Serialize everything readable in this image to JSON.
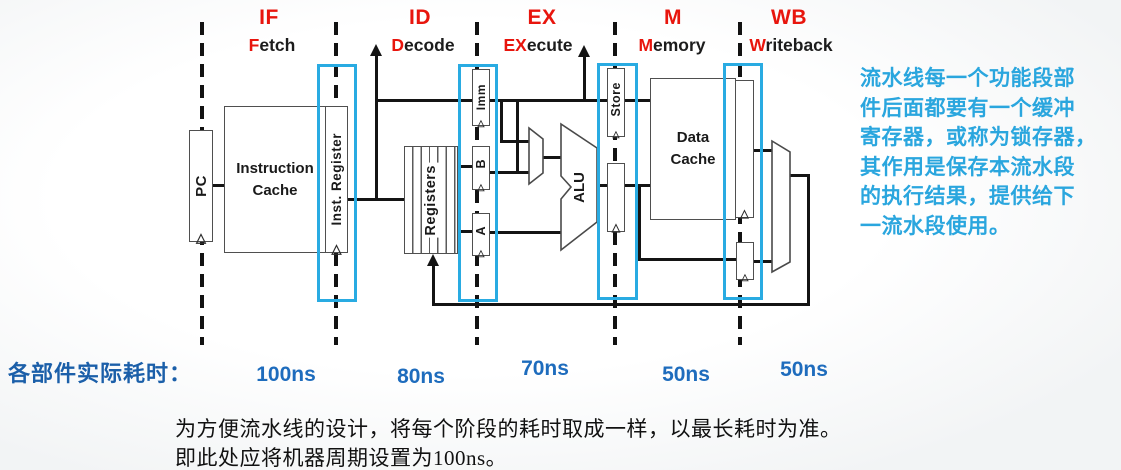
{
  "stages": [
    {
      "abbr": "IF",
      "prefix": "F",
      "rest": "etch",
      "time": "100ns"
    },
    {
      "abbr": "ID",
      "prefix": "D",
      "rest": "ecode",
      "time": "80ns"
    },
    {
      "abbr": "EX",
      "prefix": "EX",
      "rest": "ecute",
      "time": "70ns"
    },
    {
      "abbr": "M",
      "prefix": "M",
      "rest": "emory",
      "time": "50ns"
    },
    {
      "abbr": "WB",
      "prefix": "W",
      "rest": "riteback",
      "time": "50ns"
    }
  ],
  "components": {
    "pc": "PC",
    "instruction_cache_line1": "Instruction",
    "instruction_cache_line2": "Cache",
    "inst_register": "Inst. Register",
    "registers": "Registers",
    "imm": "Imm",
    "b": "B",
    "a": "A",
    "alu": "ALU",
    "store": "Store",
    "data_cache_line1": "Data",
    "data_cache_line2": "Cache"
  },
  "timing": {
    "label": "各部件实际耗时：",
    "times": [
      "100ns",
      "80ns",
      "70ns",
      "50ns",
      "50ns"
    ]
  },
  "note": {
    "lines": [
      "流水线每一个功能段部",
      "件后面都要有一个缓冲",
      "寄存器，或称为锁存器，",
      "其作用是保存本流水段",
      "的执行结果，提供给下",
      "一流水段使用。"
    ]
  },
  "caption": {
    "line1": "为方便流水线的设计，将每个阶段的耗时取成一样，以最长耗时为准。",
    "line2": "即此处应将机器周期设置为100ns。"
  },
  "colors": {
    "stage_red": "#e8150d",
    "pipeline_register_highlight": "#29abe2",
    "note_blue": "#2aa6de",
    "timing_blue": "#1b5fa9",
    "wire_black": "#141414",
    "box_border_gray": "#4f4f4f"
  },
  "clock_triangle_glyph": "△"
}
